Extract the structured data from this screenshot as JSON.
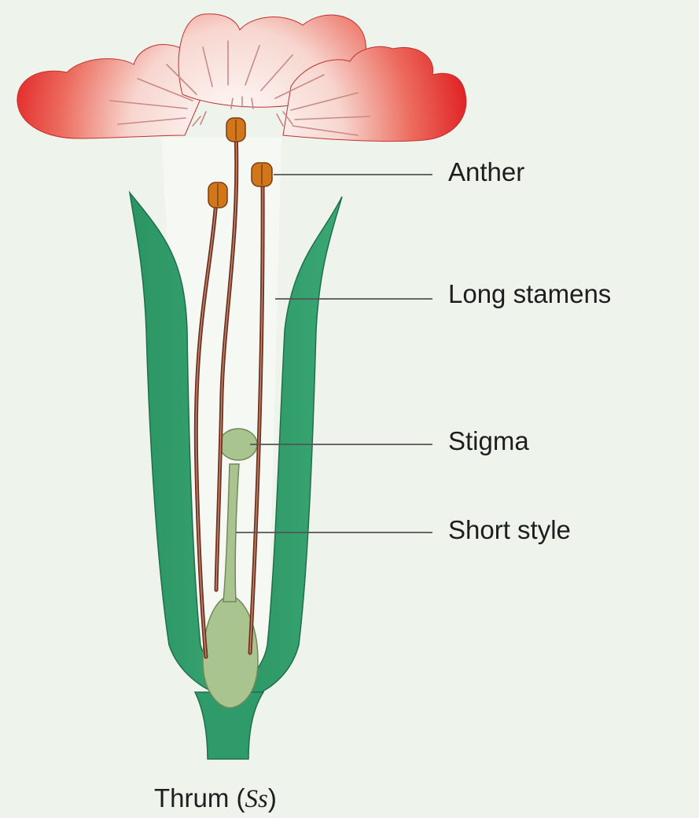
{
  "labels": {
    "anther": "Anther",
    "long_stamens": "Long stamens",
    "stigma": "Stigma",
    "short_style": "Short style"
  },
  "caption": {
    "text": "Thrum (",
    "italic": "Ss",
    "close": ")"
  },
  "colors": {
    "background": "#eef3ec",
    "sepal": "#2f9a6a",
    "petal_edge": "#e02a2a",
    "anther": "#d2761c",
    "filament": "#6e3224",
    "pistil": "#a9c48e",
    "leader_line": "#555555"
  }
}
